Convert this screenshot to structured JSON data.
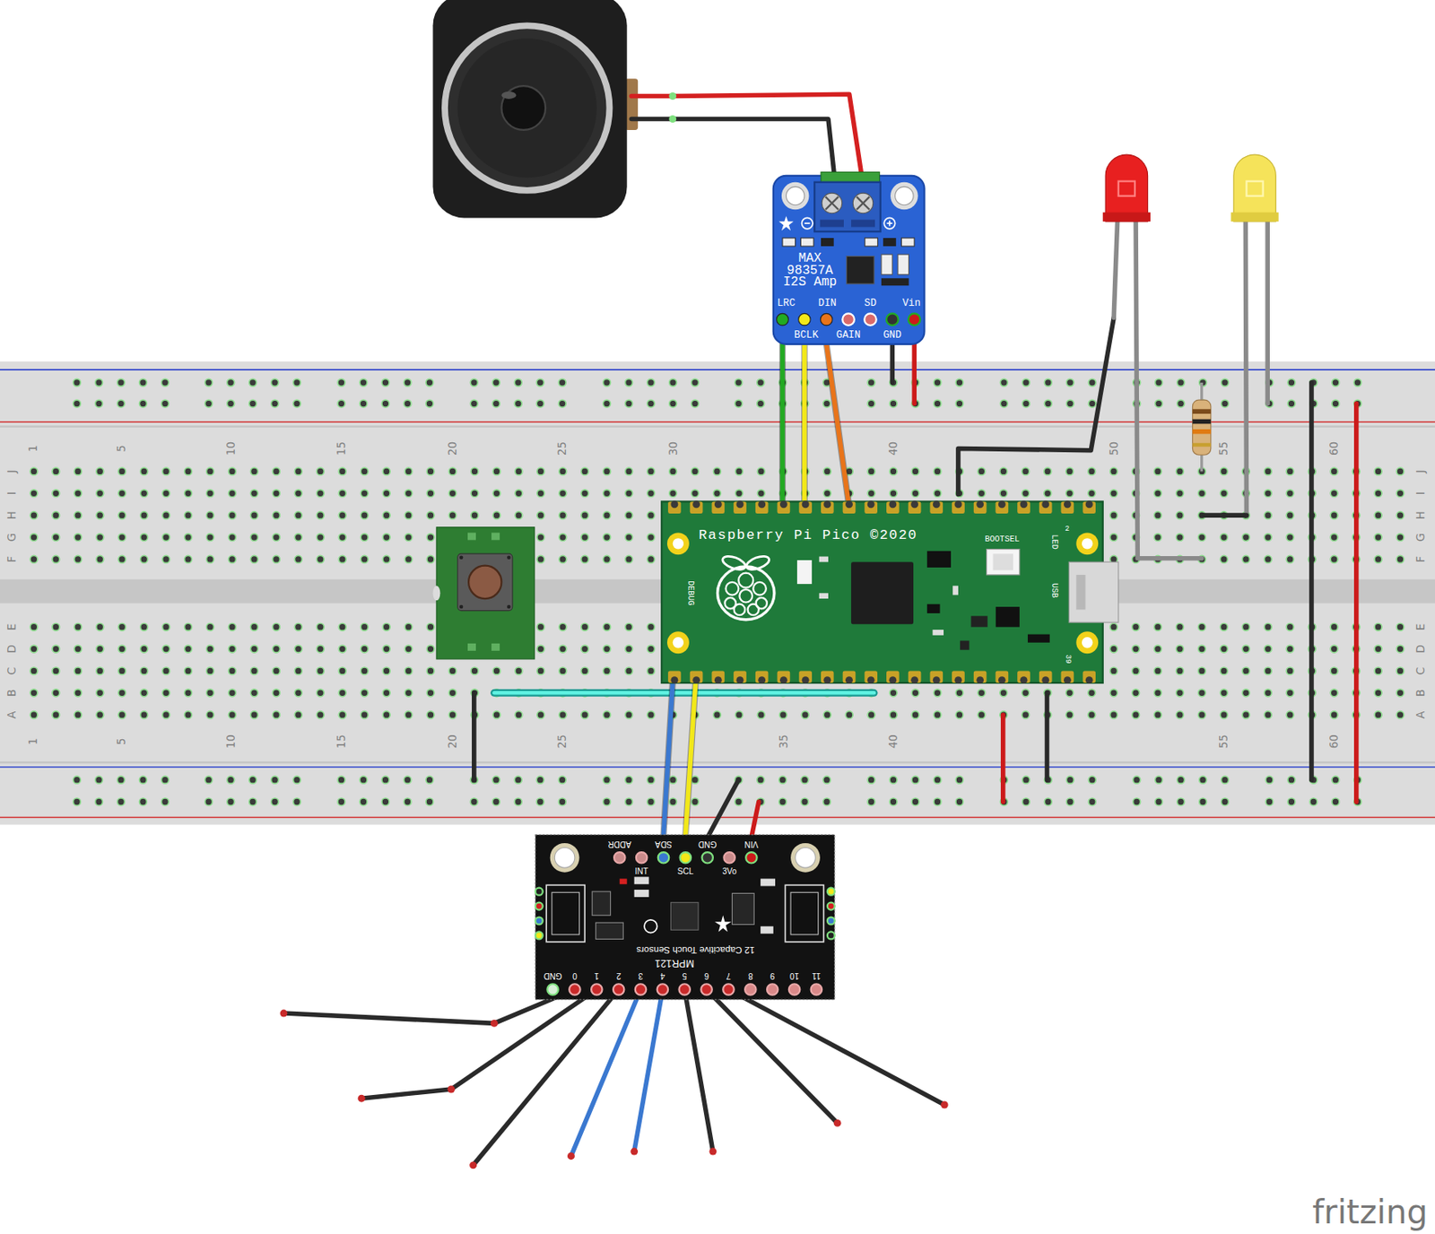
{
  "diagram": {
    "nodes": [
      {
        "text": [
          "MAX 98357A I2S Amp",
          "LRC",
          "DIN",
          "SD",
          "Vin",
          "BCLK",
          "GAIN",
          "GND"
        ]
      },
      {
        "text": [
          "Raspberry Pi Pico ©2020",
          "BOOTSEL",
          "2",
          "LED",
          "DEBUG",
          "USB",
          "39"
        ]
      },
      {
        "text": [
          "ADDR",
          "INT",
          "SDA",
          "SCL",
          "GND",
          "3Vo",
          "VIN",
          "12 Capacitive Touch Sensors",
          "MPR121",
          "GND",
          "0",
          "1",
          "2",
          "3",
          "4",
          "5",
          "6",
          "7",
          "8",
          "9",
          "10",
          "11"
        ]
      }
    ],
    "edges": [
      {
        "from": 0,
        "to": 1,
        "arrow": "none"
      },
      {
        "from": 0,
        "to": 1,
        "arrow": "none"
      },
      {
        "from": 0,
        "to": 1,
        "arrow": "none"
      },
      {
        "from": 2,
        "to": 1,
        "arrow": "none"
      },
      {
        "from": 2,
        "to": 1,
        "arrow": "none"
      }
    ],
    "labels": [
      "1",
      "5",
      "10",
      "15",
      "20",
      "25",
      "30",
      "40",
      "50",
      "55",
      "60",
      "1",
      "5",
      "10",
      "15",
      "20",
      "25",
      "35",
      "40",
      "55",
      "60",
      "J",
      "I",
      "H",
      "G",
      "F",
      "J",
      "I",
      "H",
      "G",
      "F",
      "E",
      "D",
      "C",
      "B",
      "A",
      "E",
      "D",
      "C",
      "B",
      "A",
      "fritzing"
    ]
  }
}
